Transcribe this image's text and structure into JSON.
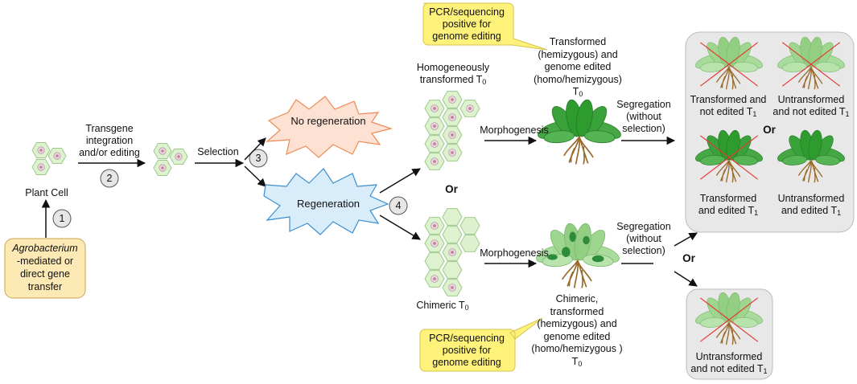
{
  "labels": {
    "plant_cell": "Plant Cell",
    "agro_italic": "Agrobacterium",
    "agro_rest": [
      "-mediated or",
      "direct gene",
      "transfer"
    ],
    "transgene": [
      "Transgene",
      "integration",
      "and/or editing"
    ],
    "selection": "Selection",
    "no_regeneration": "No regeneration",
    "regeneration": "Regeneration",
    "homogeneous": [
      "Homogeneously",
      "transformed T"
    ],
    "chimeric_t0": "Chimeric T",
    "or": "Or",
    "morphogenesis": "Morphogenesis",
    "pcr": [
      "PCR/sequencing",
      "positive for",
      "genome editing"
    ],
    "top_plant_desc": [
      "Transformed",
      "(hemizygous) and",
      "genome edited",
      "(homo/hemizygous)",
      "T"
    ],
    "bottom_plant_desc": [
      "Chimeric,",
      "transformed",
      "(hemizygous) and",
      "genome edited",
      "(homo/hemizygous )",
      "T"
    ],
    "segregation": [
      "Segregation",
      "(without",
      "selection)"
    ],
    "t1_box": {
      "tl": [
        "Transformed and",
        "not edited T"
      ],
      "tr": [
        "Untransformed",
        "and not edited T"
      ],
      "bl": [
        "Transformed",
        "and edited T"
      ],
      "br": [
        "Untransformed",
        "and edited T"
      ]
    },
    "t1_bottom": [
      "Untransformed",
      "and not edited T"
    ],
    "subscript_0": "0",
    "subscript_1": "1"
  },
  "steps": [
    "1",
    "2",
    "3",
    "4"
  ],
  "colors": {
    "cell_fill": "#dff2cf",
    "cell_stroke": "#9bc98a",
    "nucleus": "#ead9df",
    "agro_box": "#fde9b4",
    "callout": "#fff27a",
    "no_regen_fill": "#fde2d3",
    "no_regen_stroke": "#f08a55",
    "regen_fill": "#d9ecfa",
    "regen_stroke": "#3c8fd0",
    "panel": "#e8e8e8",
    "cross": "#e53935",
    "leaf_dark": "#2e9b2e",
    "leaf_light": "#9fd68f",
    "root": "#9a6a2a"
  }
}
